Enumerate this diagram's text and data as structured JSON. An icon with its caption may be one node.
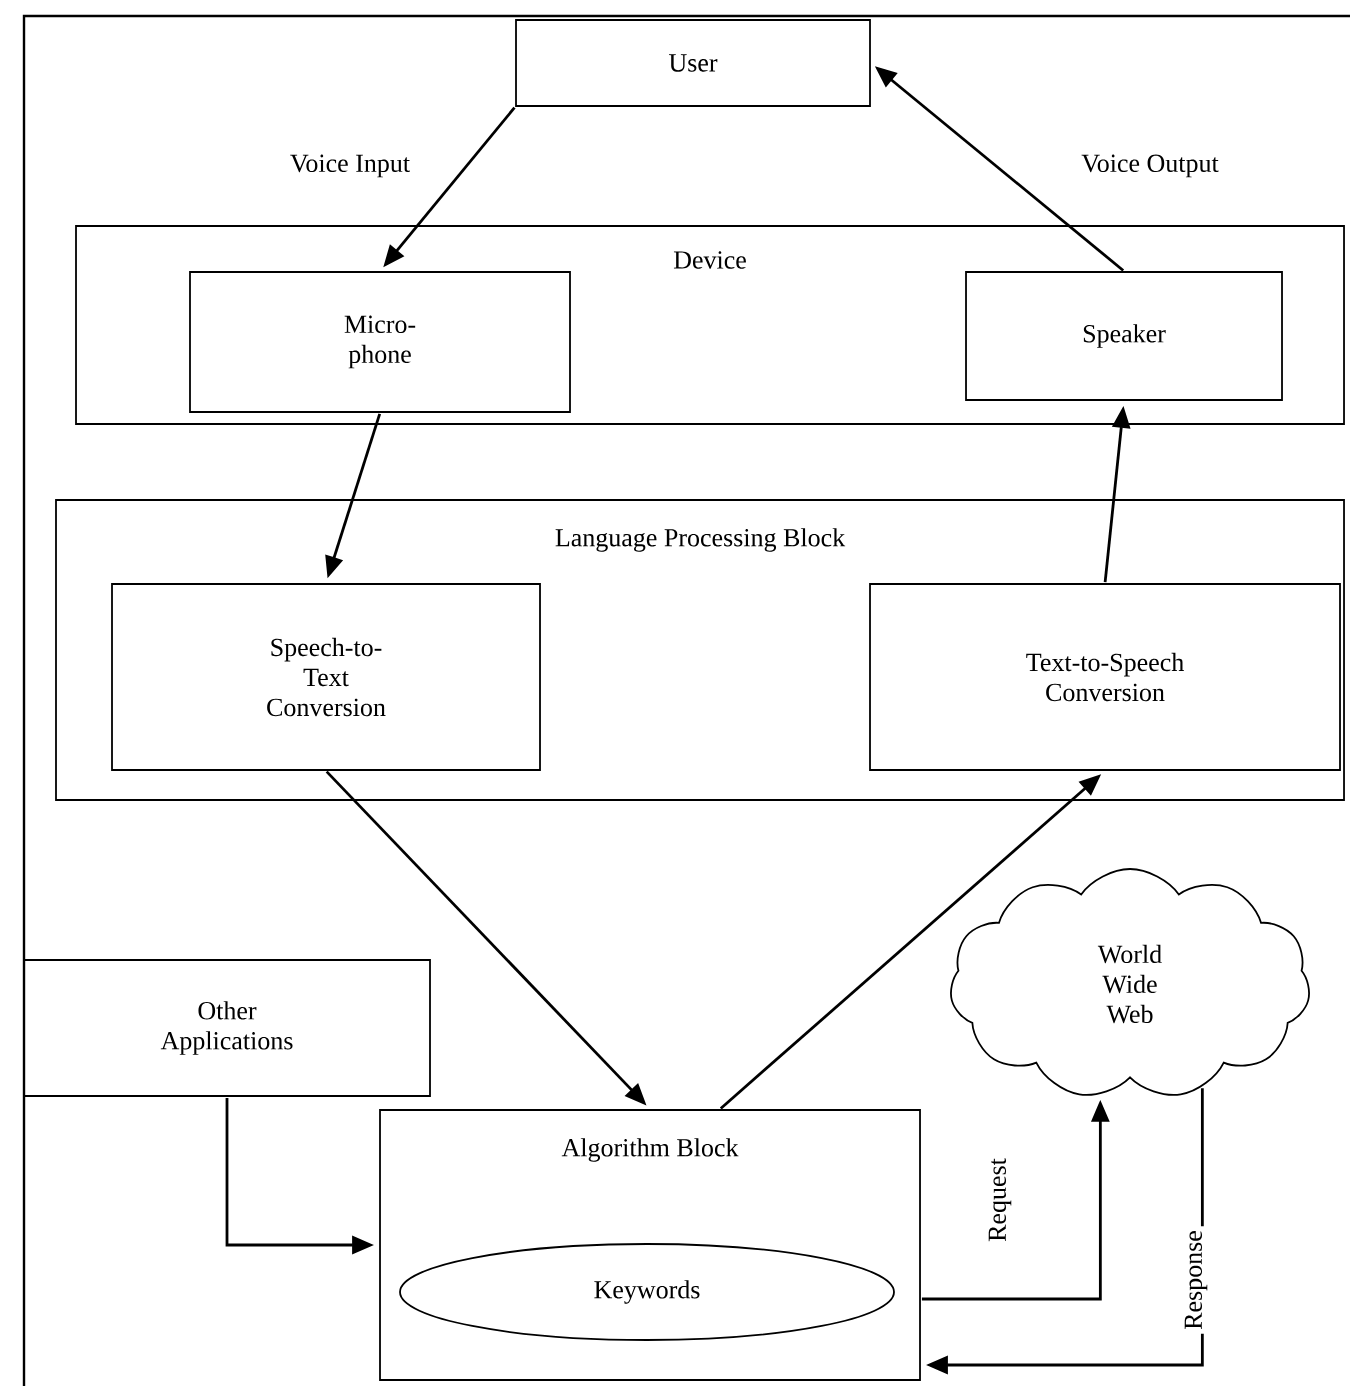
{
  "diagram": {
    "nodes": [
      {
        "text": [
          "User"
        ]
      },
      {
        "text": [
          "Device"
        ]
      },
      {
        "text": [
          "Micro- phone"
        ],
        "in": 1
      },
      {
        "text": [
          "Speaker"
        ],
        "in": 1
      },
      {
        "text": [
          "Language Processing Block"
        ]
      },
      {
        "text": [
          "Speech-to- Text Conversion"
        ],
        "in": 4
      },
      {
        "text": [
          "Text-to-Speech Conversion"
        ],
        "in": 4
      },
      {
        "text": [
          "World Wide Web"
        ]
      },
      {
        "text": [
          "Other Applications"
        ]
      },
      {
        "text": [
          "Algorithm Block"
        ]
      },
      {
        "text": [
          "Keywords"
        ],
        "in": 9
      }
    ],
    "edges": [
      {
        "from": 0,
        "to": 2,
        "arrow": "to",
        "label": "Voice Input"
      },
      {
        "from": 3,
        "to": 0,
        "arrow": "to",
        "label": "Voice Output"
      },
      {
        "from": 2,
        "to": 5,
        "arrow": "to"
      },
      {
        "from": 6,
        "to": 3,
        "arrow": "to"
      },
      {
        "from": 5,
        "to": 9,
        "arrow": "to"
      },
      {
        "from": 9,
        "to": 6,
        "arrow": "to"
      },
      {
        "from": 8,
        "to": 9,
        "arrow": "to"
      },
      {
        "from": 9,
        "to": 7,
        "arrow": "to",
        "label": "Request"
      },
      {
        "from": 7,
        "to": 9,
        "arrow": "to",
        "label": "Response"
      }
    ]
  }
}
